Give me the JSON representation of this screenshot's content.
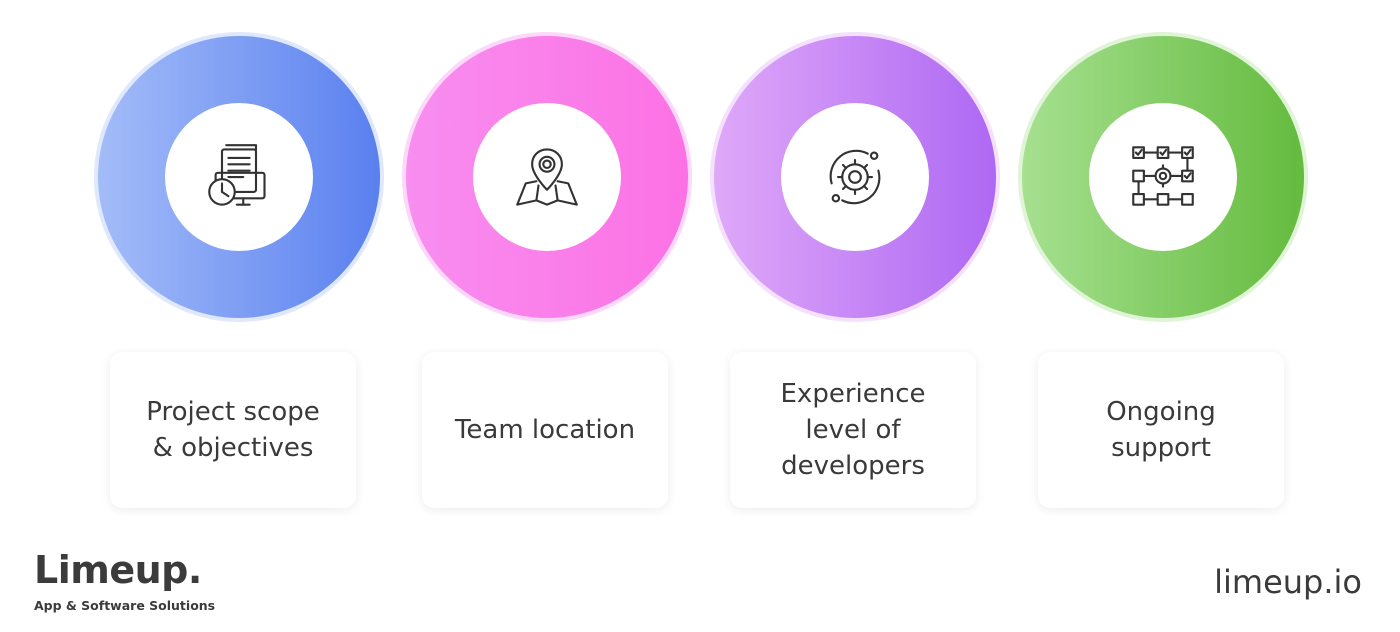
{
  "factors": [
    {
      "label": "Project scope & objectives",
      "icon": "document-clock-icon",
      "gradient": [
        "#a3bcf8",
        "#5a80ef"
      ]
    },
    {
      "label": "Team location",
      "icon": "map-pin-icon",
      "gradient": [
        "#f88ef0",
        "#fc71e4"
      ]
    },
    {
      "label": "Experience level of developers",
      "icon": "gear-cycle-icon",
      "gradient": [
        "#dfa8f8",
        "#ae68f3"
      ]
    },
    {
      "label": "Ongoing support",
      "icon": "workflow-gear-icon",
      "gradient": [
        "#a6e090",
        "#64bb3e"
      ]
    }
  ],
  "brand": {
    "name": "Limeup.",
    "tagline": "App & Software Solutions",
    "url": "limeup.io"
  }
}
